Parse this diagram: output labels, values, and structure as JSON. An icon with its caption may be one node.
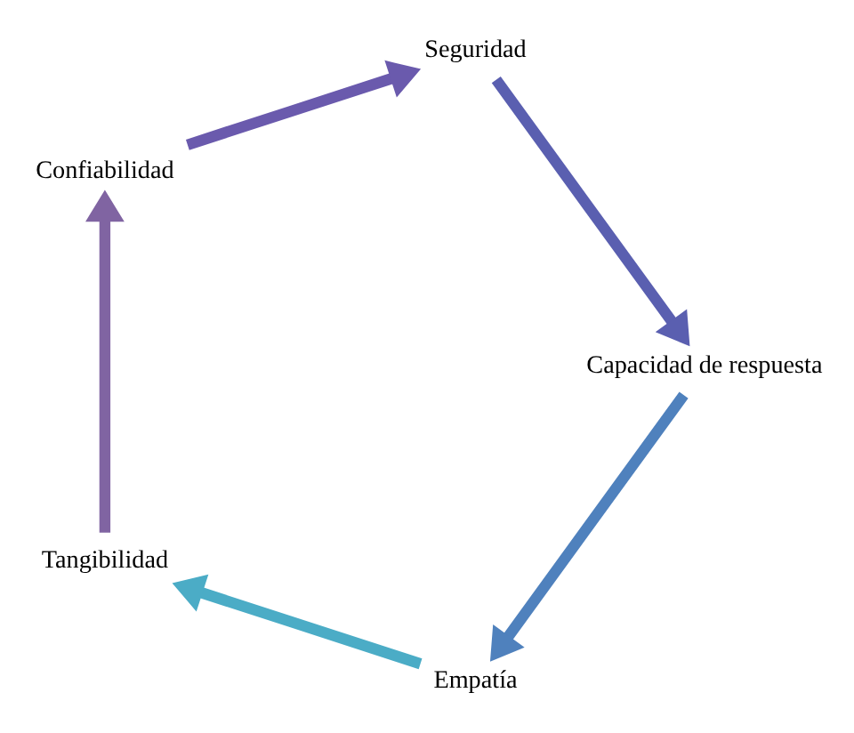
{
  "diagram": {
    "nodes": [
      {
        "text": [
          "Empatía"
        ]
      },
      {
        "text": [
          "Tangibilidad"
        ]
      },
      {
        "text": [
          "Confiabilidad"
        ]
      },
      {
        "text": [
          "Seguridad"
        ]
      },
      {
        "text": [
          "Capacidad de respuesta"
        ]
      }
    ],
    "edges": [
      {
        "from": 0,
        "to": 1,
        "arrow": "to",
        "color": "#4bacc6"
      },
      {
        "from": 1,
        "to": 2,
        "arrow": "to",
        "color": "#8064a2"
      },
      {
        "from": 2,
        "to": 3,
        "arrow": "to",
        "color": "#6a5aad"
      },
      {
        "from": 3,
        "to": 4,
        "arrow": "to",
        "color": "#5a5fb0"
      },
      {
        "from": 4,
        "to": 0,
        "arrow": "to",
        "color": "#4f81bd"
      }
    ]
  }
}
